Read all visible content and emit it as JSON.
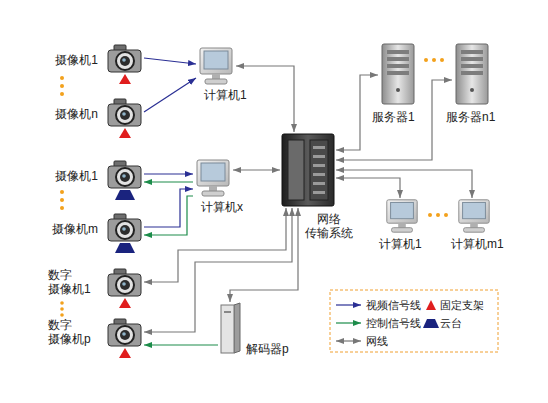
{
  "diagram": {
    "nodes": [
      {
        "text": [
          "摄像机1"
        ]
      },
      {
        "text": [
          "摄像机n"
        ]
      },
      {
        "text": [
          "计算机1"
        ]
      },
      {
        "text": [
          "摄像机1"
        ]
      },
      {
        "text": [
          "摄像机m"
        ]
      },
      {
        "text": [
          "计算机x"
        ]
      },
      {
        "text": [
          "数字 摄像机1"
        ]
      },
      {
        "text": [
          "数字 摄像机p"
        ]
      },
      {
        "text": [
          "解码器p"
        ]
      },
      {
        "text": [
          "网络 传输系统"
        ]
      },
      {
        "text": [
          "服务器1"
        ]
      },
      {
        "text": [
          "服务器n1"
        ]
      },
      {
        "text": [
          "计算机1"
        ]
      },
      {
        "text": [
          "计算机m1"
        ]
      }
    ],
    "edges": [
      {
        "from": 0,
        "to": 2,
        "arrow": "to"
      },
      {
        "from": 1,
        "to": 2,
        "arrow": "to"
      },
      {
        "from": 3,
        "to": 5,
        "arrow": "to"
      },
      {
        "from": 5,
        "to": 3,
        "arrow": "to"
      },
      {
        "from": 4,
        "to": 5,
        "arrow": "to"
      },
      {
        "from": 5,
        "to": 4,
        "arrow": "to"
      },
      {
        "from": 2,
        "to": 9,
        "arrow": "both"
      },
      {
        "from": 5,
        "to": 9,
        "arrow": "both"
      },
      {
        "from": 6,
        "to": 9,
        "arrow": "both"
      },
      {
        "from": 7,
        "to": 9,
        "arrow": "both"
      },
      {
        "from": 8,
        "to": 9,
        "arrow": "both"
      },
      {
        "from": 8,
        "to": 7,
        "arrow": "to"
      },
      {
        "from": 9,
        "to": 10,
        "arrow": "both"
      },
      {
        "from": 9,
        "to": 11,
        "arrow": "both"
      },
      {
        "from": 9,
        "to": 12,
        "arrow": "both"
      },
      {
        "from": 9,
        "to": 13,
        "arrow": "both"
      }
    ],
    "legend": [
      {
        "text": "视频信号线"
      },
      {
        "text": "固定支架"
      },
      {
        "text": "控制信号线"
      },
      {
        "text": "云台"
      },
      {
        "text": "网线"
      }
    ]
  }
}
